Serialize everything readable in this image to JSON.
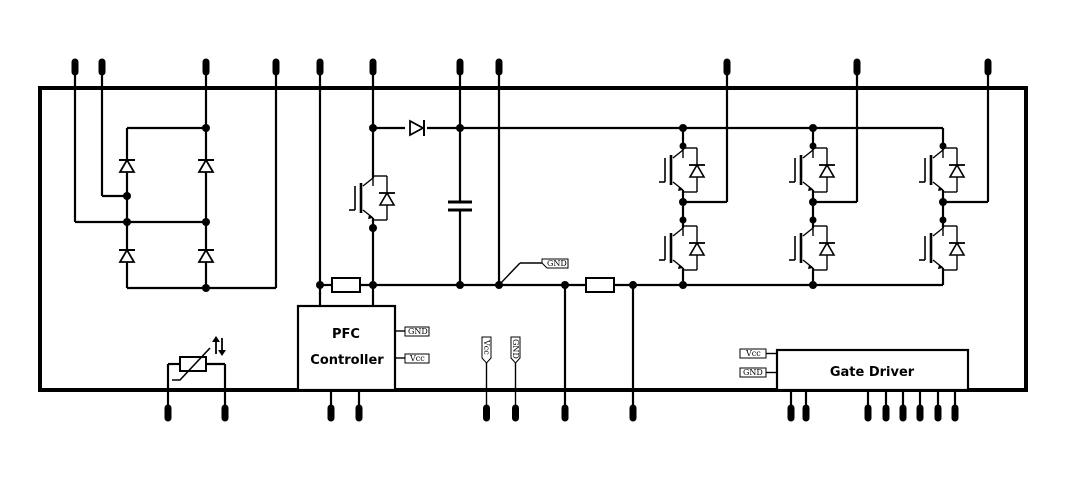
{
  "blocks": {
    "pfc_line1": "PFC",
    "pfc_line2": "Controller",
    "gate_driver": "Gate Driver"
  },
  "tags": {
    "gnd_bus": "GND",
    "pfc_gnd": "GND",
    "pfc_vcc": "Vcc",
    "vcc_pin": "Vcc",
    "gnd_pin": "GND",
    "gd_vcc": "Vcc",
    "gd_gnd": "GND"
  },
  "icons": {
    "diode": "diode-icon",
    "igbt": "igbt-icon",
    "capacitor": "capacitor-icon",
    "resistor": "resistor-icon",
    "thermistor": "thermistor-icon"
  }
}
